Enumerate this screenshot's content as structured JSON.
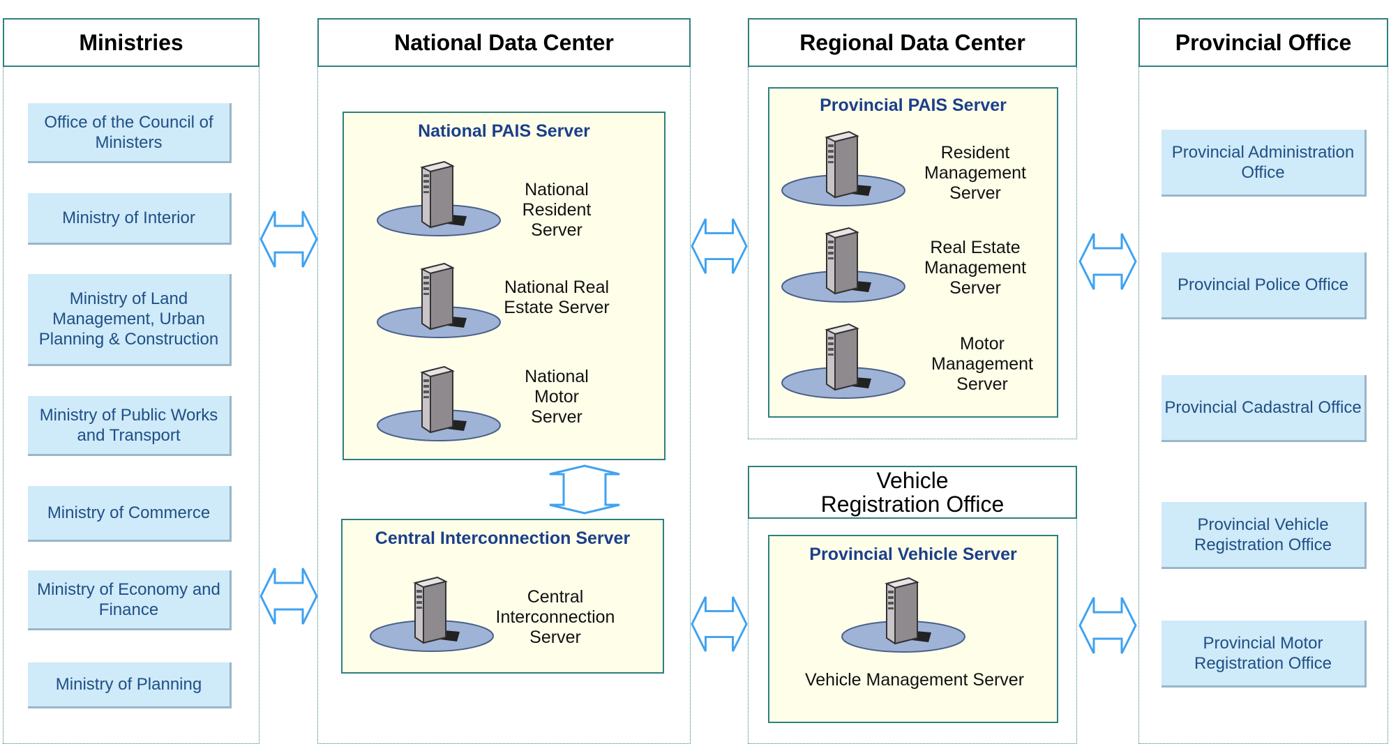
{
  "headers": {
    "ministries": "Ministries",
    "national": "National Data Center",
    "regional": "Regional Data Center",
    "vehicle_office": "Vehicle Registration Office",
    "provincial": "Provincial Office"
  },
  "ministries": [
    "Office of the Council of Ministers",
    "Ministry of Interior",
    "Ministry of Land Management, Urban Planning & Construction",
    "Ministry of Public Works and Transport",
    "Ministry of Commerce",
    "Ministry of Economy and Finance",
    "Ministry of Planning"
  ],
  "national": {
    "pais_title": "National PAIS Server",
    "servers": [
      "National Resident Server",
      "National Real Estate Server",
      "National Motor Server"
    ],
    "interconnect_title": "Central Interconnection Server",
    "interconnect_server": "Central Interconnection Server"
  },
  "regional": {
    "pais_title": "Provincial PAIS Server",
    "servers": [
      "Resident Management Server",
      "Real Estate Management Server",
      "Motor Management Server"
    ]
  },
  "vehicle": {
    "title": "Provincial Vehicle Server",
    "server": "Vehicle Management Server"
  },
  "provincial": [
    "Provincial Administration Office",
    "Provincial Police Office",
    "Provincial Cadastral Office",
    "Provincial Vehicle Registration Office",
    "Provincial Motor Registration Office"
  ],
  "colors": {
    "border": "#2e7f7f",
    "ministry_box": "#cfeaf8",
    "ministry_text": "#1f4f86",
    "panel_fill": "#ffffe9",
    "panel_title": "#1b3f8a",
    "arrow": "#3fa2f0"
  }
}
